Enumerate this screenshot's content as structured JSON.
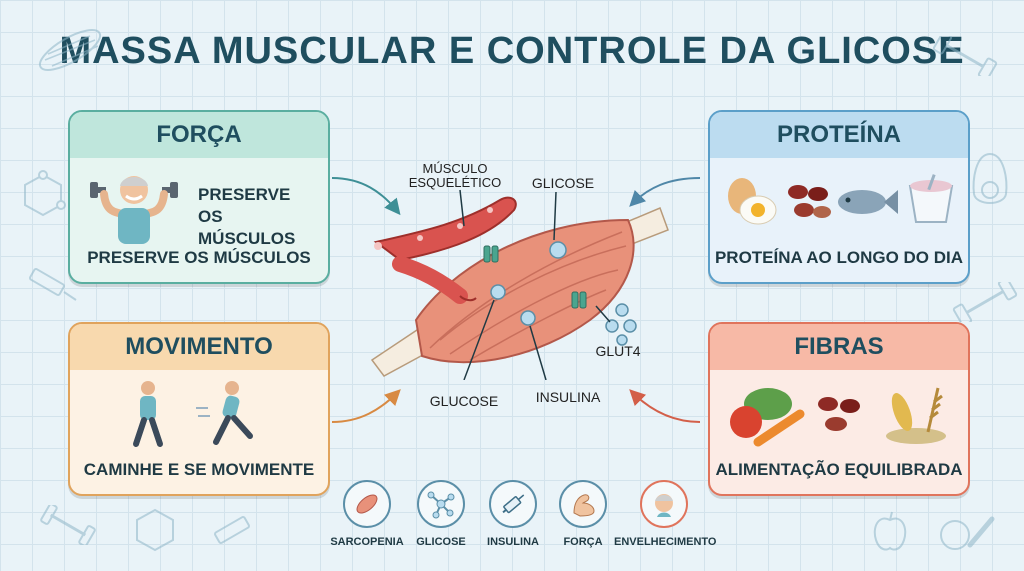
{
  "title": "MASSA MUSCULAR E CONTROLE DA GLICOSE",
  "cards": {
    "forca": {
      "title": "FORÇA",
      "inline": "PRESERVE OS MÚSCULOS",
      "caption": "PRESERVE OS MÚSCULOS"
    },
    "proteina": {
      "title": "PROTEÍNA",
      "caption": "PROTEÍNA AO LONGO DO DIA"
    },
    "movimento": {
      "title": "MOVIMENTO",
      "caption": "CAMINHE E SE MOVIMENTE"
    },
    "fibras": {
      "title": "FIBRAS",
      "caption": "ALIMENTAÇÃO EQUILIBRADA"
    }
  },
  "diagram": {
    "musculo_label_1": "MÚSCULO",
    "musculo_label_2": "ESQUELÉTICO",
    "glicose_label": "GLICOSE",
    "glut4_label": "GLUT4",
    "glucose_label": "GLUCOSE",
    "insulina_label": "INSULINA"
  },
  "legend": [
    {
      "label": "SARCOPENIA",
      "icon": "muscle-icon"
    },
    {
      "label": "GLICOSE",
      "icon": "molecule-icon"
    },
    {
      "label": "INSULINA",
      "icon": "syringe-icon"
    },
    {
      "label": "FORÇA",
      "icon": "arm-icon"
    },
    {
      "label": "ENVELHECIMENTO",
      "icon": "elderly-head-icon"
    }
  ],
  "colors": {
    "title": "#1f4e5f",
    "forca": "#5aaea0",
    "proteina": "#5b9fc9",
    "movimento": "#e0a35c",
    "fibras": "#e0745c",
    "muscle": "#e8917a",
    "vessel": "#d9534f"
  }
}
